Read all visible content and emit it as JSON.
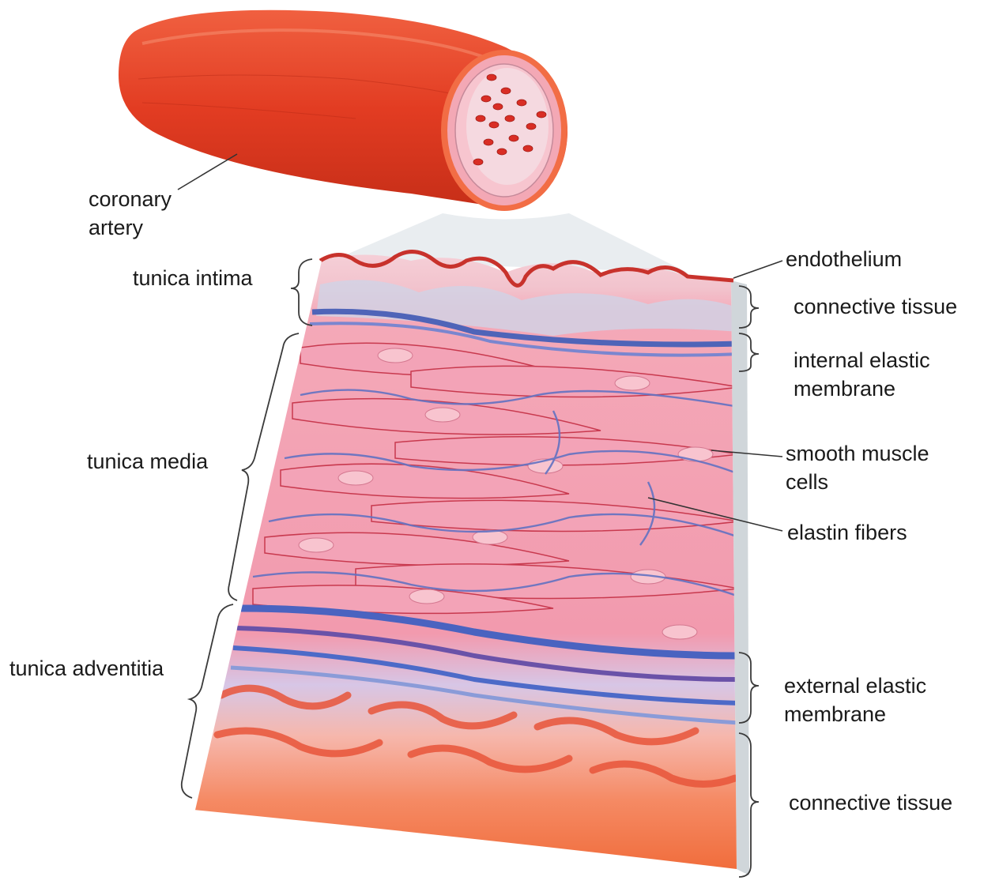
{
  "labels": {
    "coronary_artery": "coronary\nartery",
    "tunica_intima": "tunica intima",
    "tunica_media": "tunica media",
    "tunica_adventitia": "tunica adventitia",
    "endothelium": "endothelium",
    "connective_tissue_inner": "connective tissue",
    "internal_elastic_membrane": "internal elastic\nmembrane",
    "smooth_muscle_cells": "smooth muscle\ncells",
    "elastin_fibers": "elastin fibers",
    "external_elastic_membrane": "external elastic\nmembrane",
    "connective_tissue_outer": "connective tissue"
  },
  "colors": {
    "artery_red": "#e8452a",
    "intima_pink": "#f4c9d0",
    "muscle_pink": "#ee8fa6",
    "elastin_blue": "#5b73c4",
    "adventitia_orange": "#f26a3d"
  }
}
